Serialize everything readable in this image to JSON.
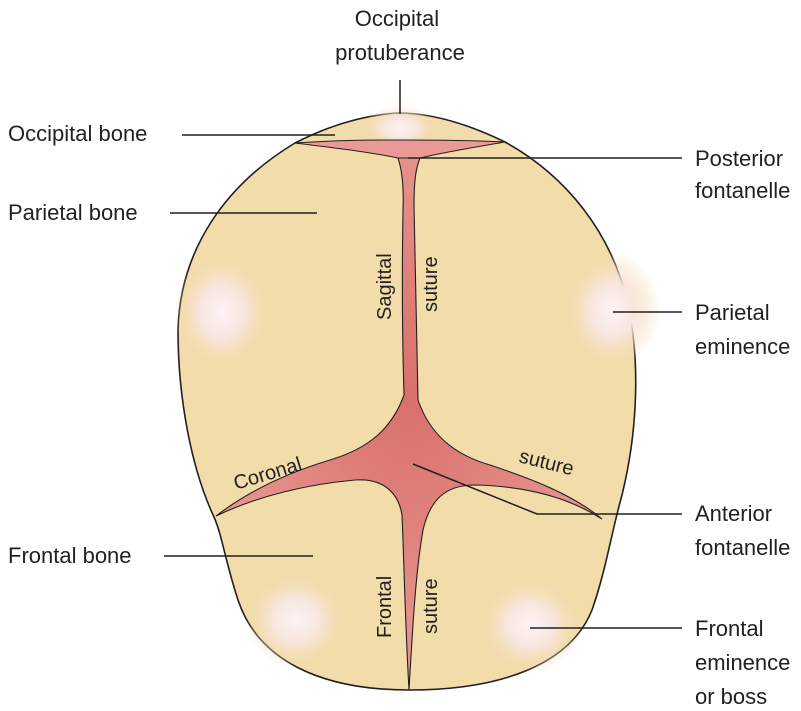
{
  "labels": {
    "occipital_protuberance": [
      "Occipital",
      "protuberance"
    ],
    "occipital_bone": "Occipital bone",
    "parietal_bone": "Parietal bone",
    "frontal_bone": "Frontal bone",
    "posterior_fontanelle": [
      "Posterior",
      "fontanelle"
    ],
    "parietal_eminence": [
      "Parietal",
      "eminence"
    ],
    "anterior_fontanelle": [
      "Anterior",
      "fontanelle"
    ],
    "frontal_eminence": [
      "Frontal",
      "eminence",
      "or boss"
    ]
  },
  "sutures": {
    "sagittal_left": "Sagittal",
    "sagittal_right": "suture",
    "coronal_left": "Coronal",
    "coronal_right": "suture",
    "frontal_left": "Frontal",
    "frontal_right": "suture"
  },
  "colors": {
    "bone": "#f2dcaa",
    "bone_outline": "#231f20",
    "suture": "#e99a94",
    "fontanelle": "#df7d77",
    "eminence": "#fbecea"
  }
}
